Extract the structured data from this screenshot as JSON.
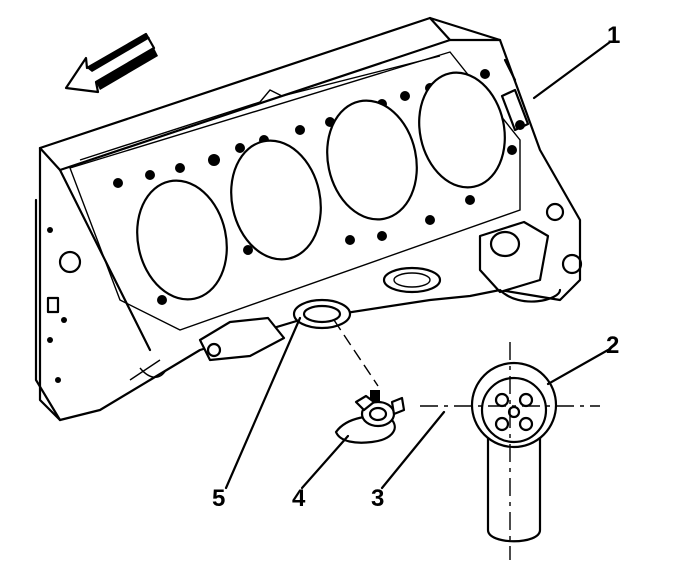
{
  "figure": {
    "callouts": [
      {
        "id": "1",
        "label": "1"
      },
      {
        "id": "2",
        "label": "2"
      },
      {
        "id": "3",
        "label": "3"
      },
      {
        "id": "4",
        "label": "4"
      },
      {
        "id": "5",
        "label": "5"
      }
    ],
    "parts": [
      "engine-block",
      "cylinder-bore",
      "oil-pump-pickup",
      "oil-gallery-plug",
      "seal"
    ],
    "colors": {
      "ink": "#000000",
      "background": "#ffffff"
    }
  }
}
